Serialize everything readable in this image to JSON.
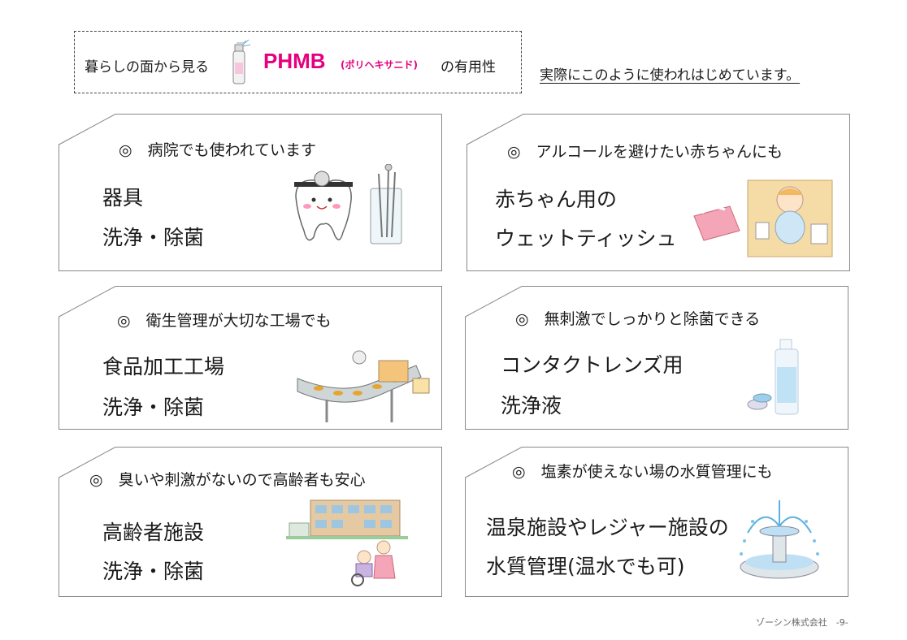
{
  "header": {
    "title_prefix": "暮らしの面から見る",
    "brand": "PHMB",
    "brand_sub": "(ポリヘキサニド)",
    "title_suffix": "の有用性",
    "subtitle": "実際にこのように使われはじめています。"
  },
  "cards": [
    {
      "heading": "◎　病院でも使われています",
      "line1": "器具",
      "line2": "洗浄・除菌",
      "illustration": "tooth-and-dental-tools"
    },
    {
      "heading": "◎　アルコールを避けたい赤ちゃんにも",
      "line1": "赤ちゃん用の",
      "line2": "ウェットティッシュ",
      "illustration": "baby-and-wet-wipes"
    },
    {
      "heading": "◎　衛生管理が大切な工場でも",
      "line1": "食品加工工場",
      "line2": "洗浄・除菌",
      "illustration": "food-conveyor"
    },
    {
      "heading": "◎　無刺激でしっかりと除菌できる",
      "line1": "コンタクトレンズ用",
      "line2": "洗浄液",
      "illustration": "contact-lens-solution"
    },
    {
      "heading": "◎　臭いや刺激がないので高齢者も安心",
      "line1": "高齢者施設",
      "line2": "洗浄・除菌",
      "illustration": "care-facility"
    },
    {
      "heading": "◎　塩素が使えない場の水質管理にも",
      "line1": "温泉施設やレジャー施設の",
      "line2": "水質管理(温水でも可)",
      "illustration": "fountain"
    }
  ],
  "footer": {
    "text": "ゾーシン株式会社　-9-"
  }
}
